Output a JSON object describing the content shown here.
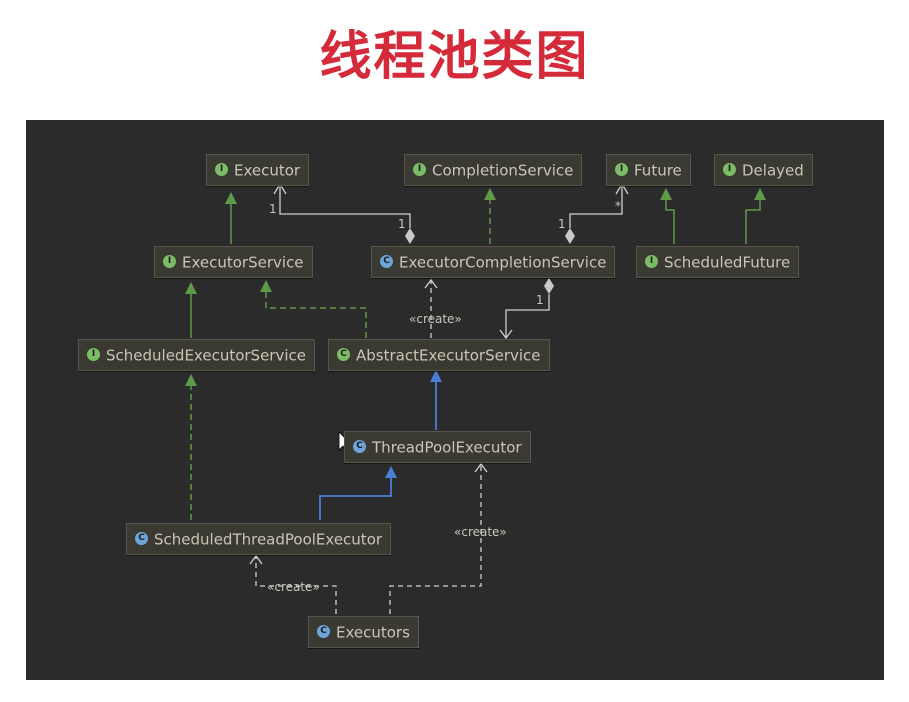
{
  "title": "线程池类图",
  "nodes": {
    "executor": {
      "kind": "I",
      "label": "Executor"
    },
    "completion_service": {
      "kind": "I",
      "label": "CompletionService"
    },
    "future": {
      "kind": "I",
      "label": "Future"
    },
    "delayed": {
      "kind": "I",
      "label": "Delayed"
    },
    "executor_service": {
      "kind": "I",
      "label": "ExecutorService"
    },
    "executor_completion_service": {
      "kind": "C",
      "label": "ExecutorCompletionService"
    },
    "scheduled_future": {
      "kind": "I",
      "label": "ScheduledFuture"
    },
    "scheduled_executor_service": {
      "kind": "I",
      "label": "ScheduledExecutorService"
    },
    "abstract_executor_service": {
      "kind": "C",
      "label": "AbstractExecutorService"
    },
    "thread_pool_executor": {
      "kind": "C",
      "label": "ThreadPoolExecutor"
    },
    "scheduled_thread_pool_executor": {
      "kind": "C",
      "label": "ScheduledThreadPoolExecutor"
    },
    "executors": {
      "kind": "C",
      "label": "Executors"
    }
  },
  "edge_labels": {
    "create_1": "«create»",
    "create_2": "«create»",
    "create_3": "«create»"
  },
  "multiplicities": {
    "executor_end": "1",
    "ecs_executor_end": "1",
    "ecs_future_end": "1",
    "future_end": "*",
    "aes_end": "1"
  },
  "colors": {
    "interface_badge": "#7bbd66",
    "class_badge": "#6ea5d8",
    "realization_edge": "#5f9a4a",
    "extends_edge": "#4a7fd6",
    "association_edge": "#d0d0d0",
    "title": "#d42a3a"
  }
}
